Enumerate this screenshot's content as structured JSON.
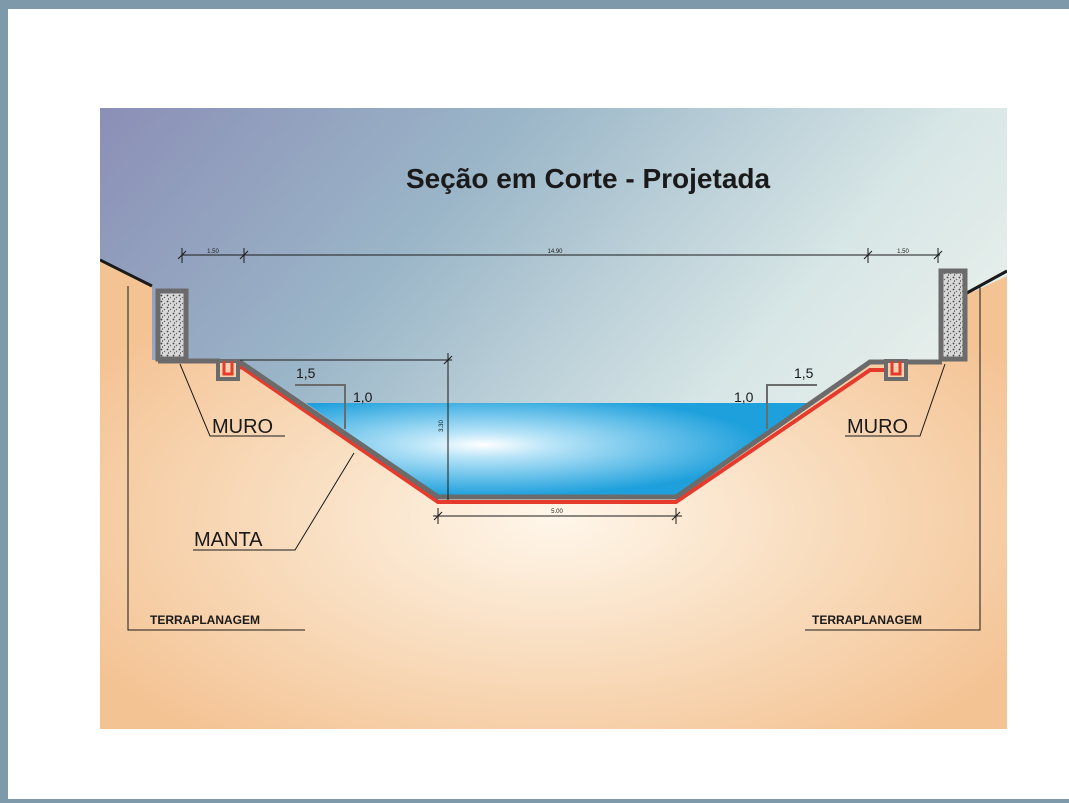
{
  "title": "Seção em Corte - Projetada",
  "dimensions": {
    "left_berm": "1.50",
    "top_width": "14.90",
    "right_berm": "1.50",
    "bottom_width": "5.00",
    "depth": "3.30"
  },
  "slope_left": {
    "horizontal": "1,5",
    "vertical": "1,0"
  },
  "slope_right": {
    "horizontal": "1,5",
    "vertical": "1,0"
  },
  "labels": {
    "muro_left": "MURO",
    "muro_right": "MURO",
    "manta": "MANTA",
    "terraplanagem_left": "TERRAPLANAGEM",
    "terraplanagem_right": "TERRAPLANAGEM"
  },
  "colors": {
    "frame": "#7e9aaa",
    "sky_top": "#8c91b5",
    "sky_light": "#eef3ee",
    "earth": "#f6c99c",
    "water": "#2aa8e0",
    "liner": "#e63a2c",
    "concrete": "#6b6b6b"
  }
}
